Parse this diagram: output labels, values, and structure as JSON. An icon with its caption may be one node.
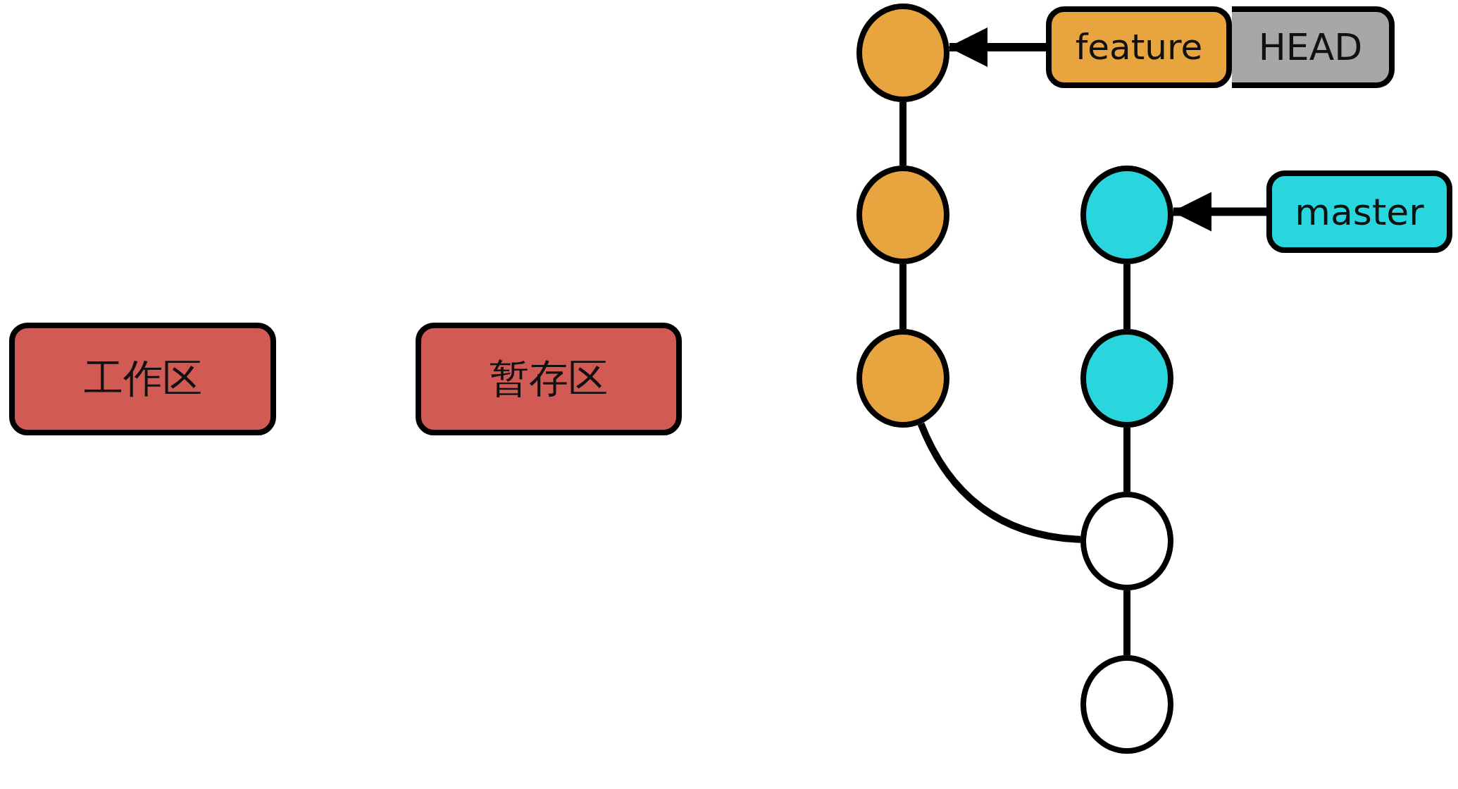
{
  "diagram": {
    "nodes": [
      {
        "text": [
          "工作区"
        ]
      },
      {
        "text": [
          "暂存区"
        ]
      },
      {
        "text": [],
        "shape": "circle"
      },
      {
        "text": [
          "feature"
        ]
      },
      {
        "text": [
          "HEAD"
        ]
      },
      {
        "text": [],
        "shape": "circle"
      },
      {
        "text": [],
        "shape": "circle"
      },
      {
        "text": [
          "master"
        ]
      },
      {
        "text": [],
        "shape": "circle"
      },
      {
        "text": [],
        "shape": "circle"
      },
      {
        "text": [],
        "shape": "circle"
      },
      {
        "text": [],
        "shape": "circle"
      }
    ],
    "edges": [
      {
        "from": 3,
        "to": 2,
        "arrow": "to"
      },
      {
        "from": 7,
        "to": 6,
        "arrow": "to"
      },
      {
        "from": 2,
        "to": 5,
        "arrow": "none"
      },
      {
        "from": 5,
        "to": 8,
        "arrow": "none"
      },
      {
        "from": 8,
        "to": 10,
        "arrow": "none"
      },
      {
        "from": 6,
        "to": 9,
        "arrow": "none"
      },
      {
        "from": 9,
        "to": 10,
        "arrow": "none"
      },
      {
        "from": 10,
        "to": 11,
        "arrow": "none"
      }
    ]
  }
}
